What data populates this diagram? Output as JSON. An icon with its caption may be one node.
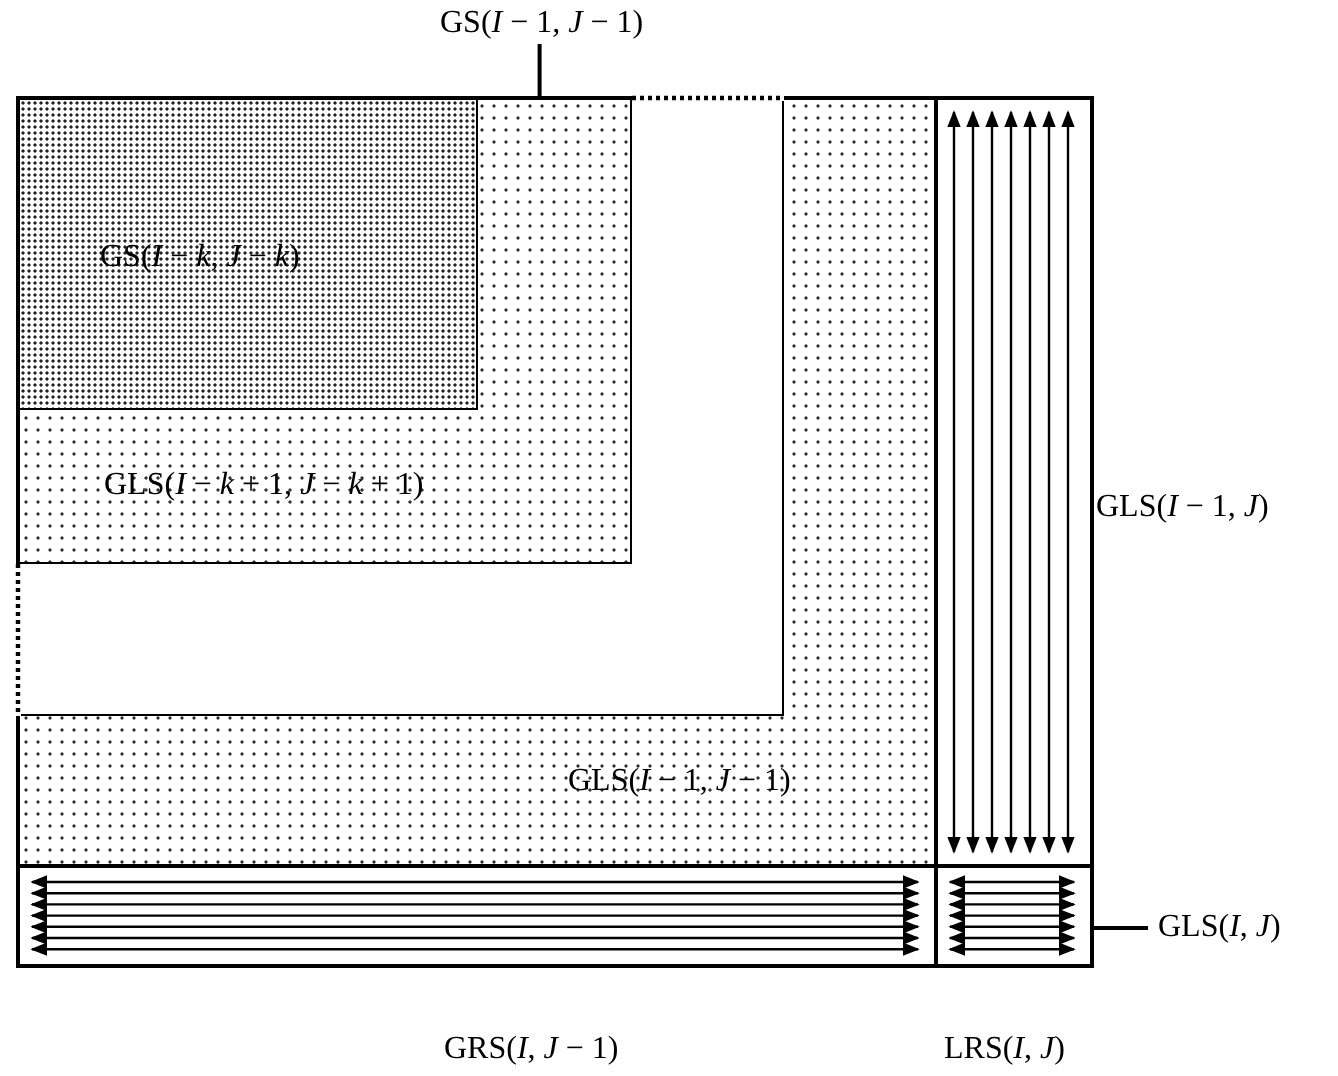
{
  "diagram": {
    "nodes": [
      {
        "text": [
          "GS(*I* − 1, *J* − 1)"
        ]
      },
      {
        "text": [],
        "shape": "box"
      },
      {
        "text": [],
        "shape": "box",
        "in": 1
      },
      {
        "text": [
          "GLS(*I* − *k* + 1, *J* − *k* + 1)"
        ],
        "in": 2
      },
      {
        "text": [
          "GS(*I* − *k*, *J* − *k*)"
        ],
        "in": 3
      },
      {
        "text": [],
        "shape": "box",
        "in": 1,
        "beside": [
          "GLS(*I* − 1, *J*)"
        ]
      },
      {
        "text": [],
        "shape": "box",
        "in": 1,
        "beside": [
          "GRS(*I*, *J* − 1)"
        ]
      },
      {
        "text": [],
        "shape": "box",
        "in": 1,
        "beside": [
          "LRS(*I*, *J*)"
        ]
      },
      {
        "text": [
          "GLS(*I*, *J*)"
        ]
      }
    ],
    "edges": [
      {
        "from": 0,
        "to": 2,
        "arrow": "none"
      },
      {
        "from": 8,
        "to": 1,
        "arrow": "none"
      }
    ],
    "labels": [
      "GLS(*I* − 1, *J* − 1)"
    ]
  }
}
